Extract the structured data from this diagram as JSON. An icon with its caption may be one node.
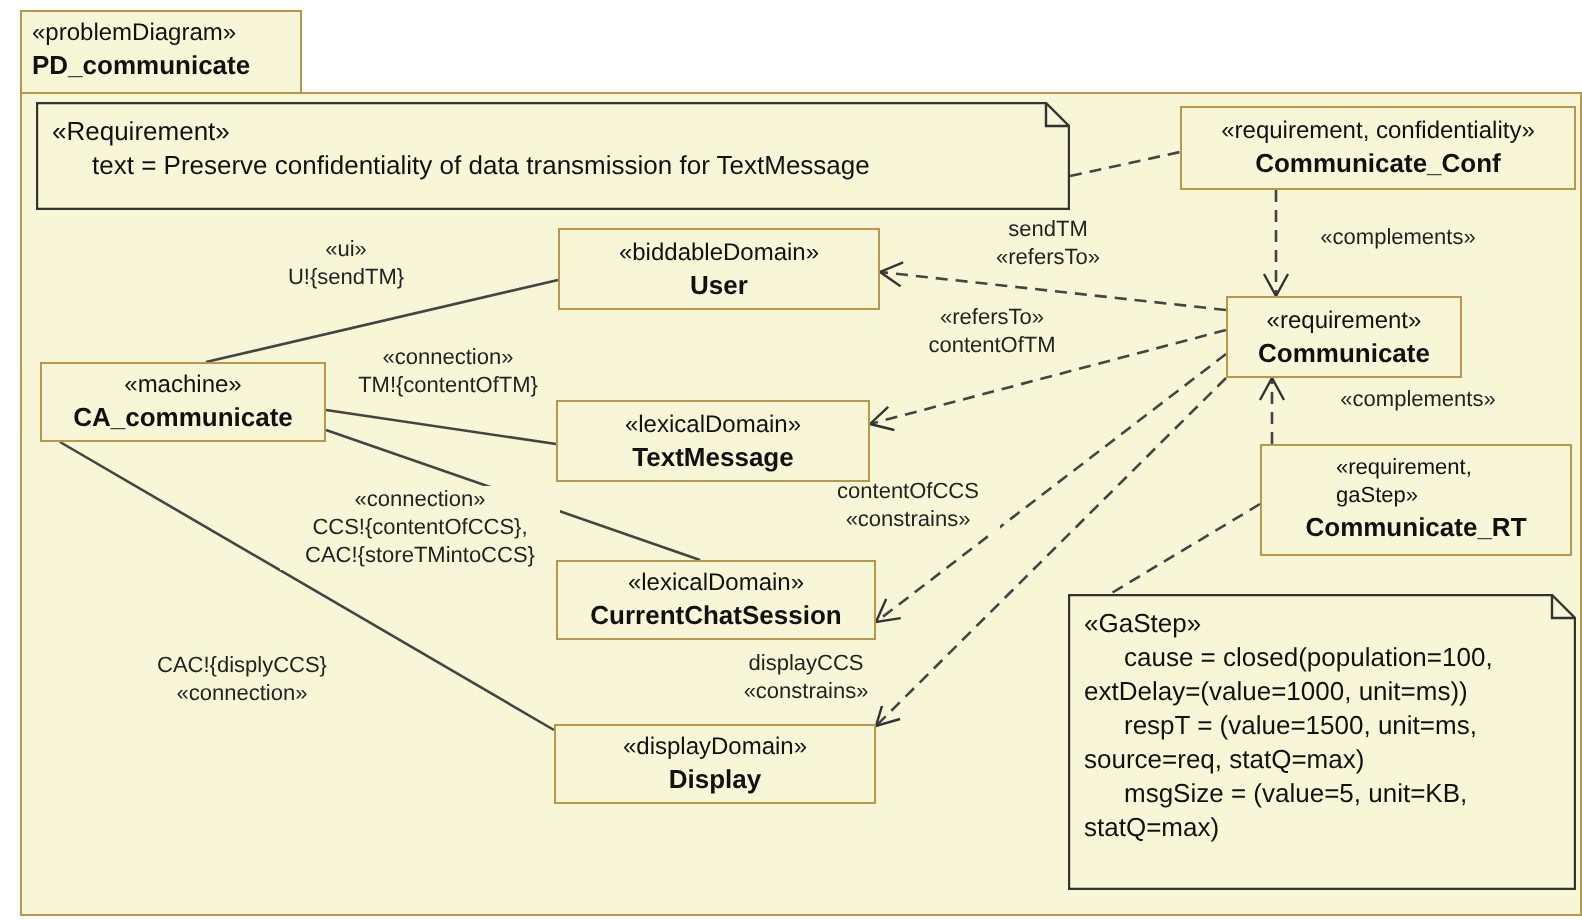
{
  "diagram": {
    "nodes": [
      {
        "text": [
          "«problemDiagram»",
          "PD_communicate"
        ]
      },
      {
        "text": [
          "«Requirement»",
          "text = Preserve confidentiality of data transmission for TextMessage"
        ],
        "in": 0
      },
      {
        "text": [
          "«requirement, confidentiality»",
          "Communicate_Conf"
        ],
        "in": 0
      },
      {
        "text": [
          "«biddableDomain»",
          "User"
        ],
        "in": 0
      },
      {
        "text": [
          "«requirement»",
          "Communicate"
        ],
        "in": 0
      },
      {
        "text": [
          "«machine»",
          "CA_communicate"
        ],
        "in": 0
      },
      {
        "text": [
          "«lexicalDomain»",
          "TextMessage"
        ],
        "in": 0
      },
      {
        "text": [
          "«requirement, gaStep»",
          "Communicate_RT"
        ],
        "in": 0
      },
      {
        "text": [
          "«lexicalDomain»",
          "CurrentChatSession"
        ],
        "in": 0
      },
      {
        "text": [
          "«displayDomain»",
          "Display"
        ],
        "in": 0
      },
      {
        "text": [
          "«GaStep»",
          "cause = closed(population=100, extDelay=(value=1000, unit=ms))",
          "respT = (value=1500, unit=ms, source=req, statQ=max)",
          "msgSize = (value=5, unit=KB, statQ=max)"
        ],
        "in": 0
      }
    ],
    "edges": [
      {
        "from": 1,
        "to": 2,
        "arrow": "none",
        "style": "dashed"
      },
      {
        "from": 5,
        "to": 3,
        "arrow": "none",
        "label": "«ui» U!{sendTM}"
      },
      {
        "from": 5,
        "to": 6,
        "arrow": "none",
        "label": "«connection» TM!{contentOfTM}"
      },
      {
        "from": 5,
        "to": 8,
        "arrow": "none",
        "label": "«connection» CCS!{contentOfCCS}, CAC!{storeTMintoCCS}"
      },
      {
        "from": 5,
        "to": 9,
        "arrow": "none",
        "label": "CAC!{displyCCS} «connection»"
      },
      {
        "from": 2,
        "to": 4,
        "arrow": "to",
        "style": "dashed",
        "label": "«complements»"
      },
      {
        "from": 7,
        "to": 4,
        "arrow": "to",
        "style": "dashed",
        "label": "«complements»"
      },
      {
        "from": 4,
        "to": 3,
        "arrow": "to",
        "style": "dashed",
        "label": "sendTM «refersTo»"
      },
      {
        "from": 4,
        "to": 6,
        "arrow": "to",
        "style": "dashed",
        "label": "«refersTo» contentOfTM"
      },
      {
        "from": 4,
        "to": 8,
        "arrow": "to",
        "style": "dashed",
        "label": "contentOfCCS «constrains»"
      },
      {
        "from": 4,
        "to": 9,
        "arrow": "to",
        "style": "dashed",
        "label": "displayCCS «constrains»"
      },
      {
        "from": 7,
        "to": 10,
        "arrow": "none",
        "style": "dashed"
      }
    ]
  }
}
